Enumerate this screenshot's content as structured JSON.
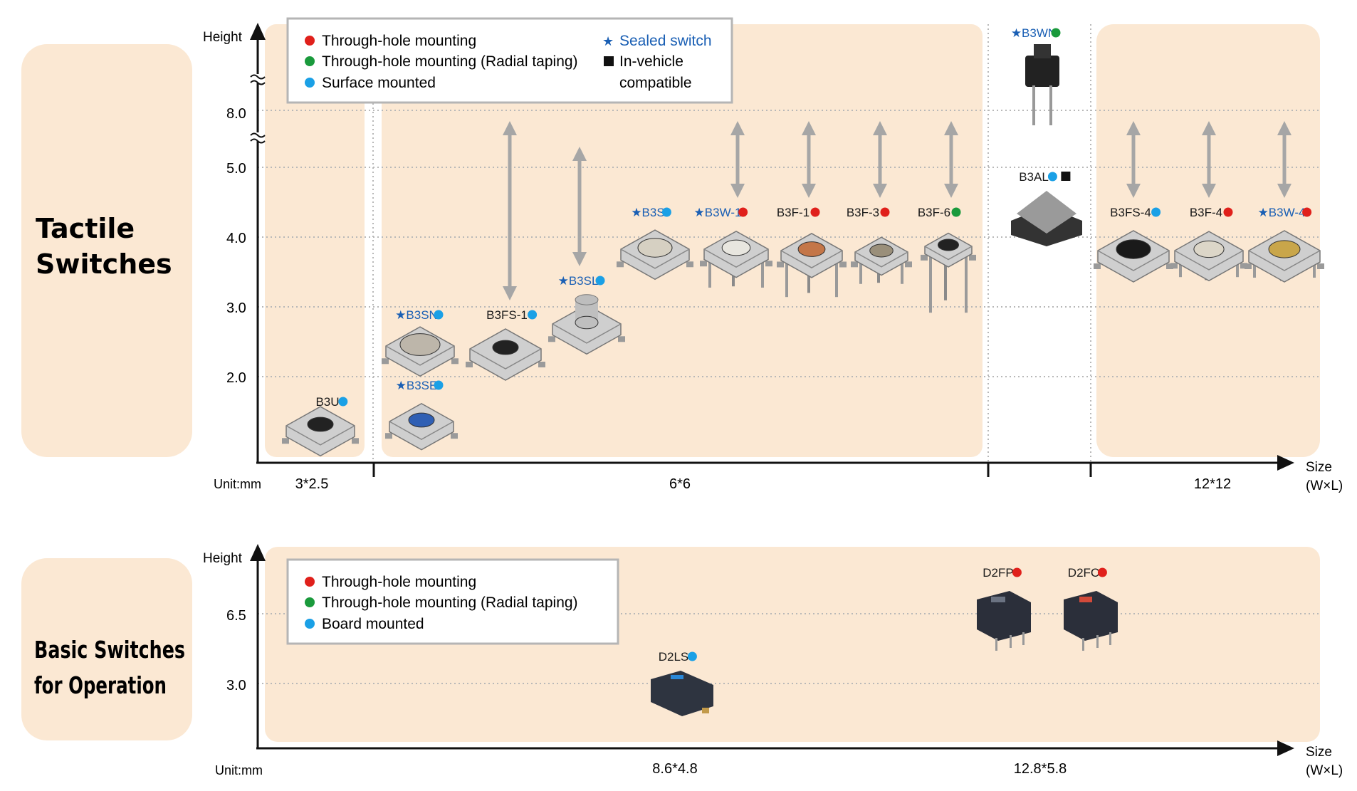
{
  "sections": [
    {
      "title_line1": "Tactile",
      "title_line2": "Switches"
    },
    {
      "title_line1": "Basic Switches",
      "title_line2": "for Operation"
    }
  ],
  "axis": {
    "height_label": "Height",
    "size_label_line1": "Size",
    "size_label_line2": "(W×L)",
    "unit_label": "Unit:mm"
  },
  "tactile": {
    "y_ticks": [
      "8.0",
      "5.0",
      "4.0",
      "3.0",
      "2.0"
    ],
    "x_categories": [
      "3*2.5",
      "6*6",
      "12*12"
    ],
    "legend": {
      "through_hole": "Through-hole mounting",
      "radial_taping": "Through-hole mounting (Radial taping)",
      "surface": "Surface mounted",
      "sealed": "Sealed switch",
      "invehicle_line1": "In-vehicle",
      "invehicle_line2": "compatible"
    },
    "products": [
      {
        "name": "B3U",
        "sealed": false,
        "mount": "surface",
        "invehicle": false
      },
      {
        "name": "B3SN",
        "sealed": true,
        "mount": "surface",
        "invehicle": false
      },
      {
        "name": "B3SE",
        "sealed": true,
        "mount": "surface",
        "invehicle": false
      },
      {
        "name": "B3FS-1",
        "sealed": false,
        "mount": "surface",
        "invehicle": false
      },
      {
        "name": "B3SL",
        "sealed": true,
        "mount": "surface",
        "invehicle": false
      },
      {
        "name": "B3S",
        "sealed": true,
        "mount": "surface",
        "invehicle": false
      },
      {
        "name": "B3W-1",
        "sealed": true,
        "mount": "through_hole",
        "invehicle": false
      },
      {
        "name": "B3F-1",
        "sealed": false,
        "mount": "through_hole",
        "invehicle": false
      },
      {
        "name": "B3F-3",
        "sealed": false,
        "mount": "through_hole",
        "invehicle": false
      },
      {
        "name": "B3F-6",
        "sealed": false,
        "mount": "radial_taping",
        "invehicle": false
      },
      {
        "name": "B3WN",
        "sealed": true,
        "mount": "radial_taping",
        "invehicle": false
      },
      {
        "name": "B3AL",
        "sealed": false,
        "mount": "surface",
        "invehicle": true
      },
      {
        "name": "B3FS-4",
        "sealed": false,
        "mount": "surface",
        "invehicle": false
      },
      {
        "name": "B3F-4",
        "sealed": false,
        "mount": "through_hole",
        "invehicle": false
      },
      {
        "name": "B3W-4",
        "sealed": true,
        "mount": "through_hole",
        "invehicle": false
      }
    ]
  },
  "basic": {
    "y_ticks": [
      "6.5",
      "3.0"
    ],
    "x_categories": [
      "8.6*4.8",
      "12.8*5.8"
    ],
    "legend": {
      "through_hole": "Through-hole mounting",
      "radial_taping": "Through-hole mounting (Radial taping)",
      "board": "Board mounted"
    },
    "products": [
      {
        "name": "D2FP",
        "mount": "through_hole"
      },
      {
        "name": "D2FC",
        "mount": "through_hole"
      },
      {
        "name": "D2LS",
        "mount": "board"
      }
    ]
  },
  "colors": {
    "through_hole": "#e0201b",
    "radial_taping": "#1a9a3c",
    "surface": "#1aa0e6",
    "sealed_star": "#1a5fb4",
    "panel_fill": "#fbe8d3",
    "grid": "#bbbbbb",
    "axis": "#111111",
    "arrow": "#a6a6a6"
  }
}
